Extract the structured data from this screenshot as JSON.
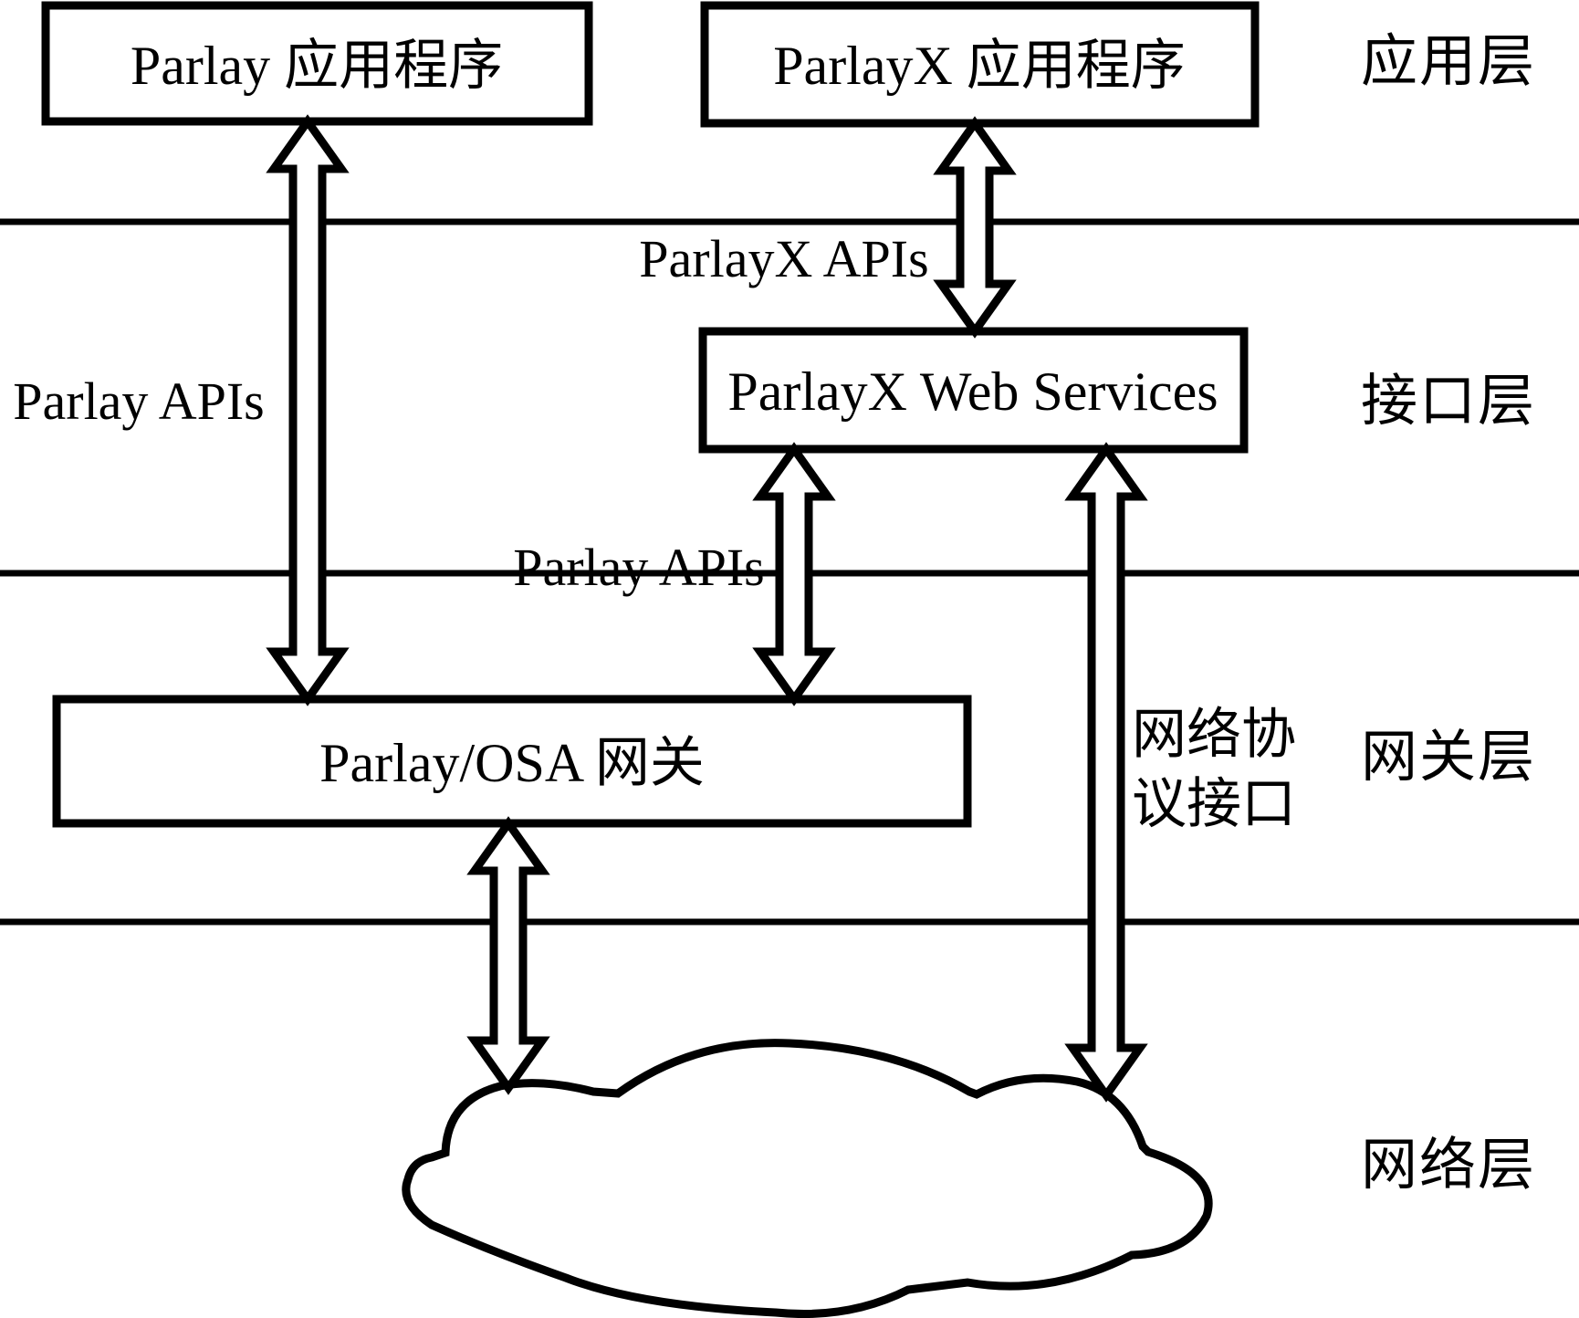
{
  "boxes": {
    "parlay_app": "Parlay 应用程序",
    "parlayx_app": "ParlayX 应用程序",
    "parlayx_web_services": "ParlayX Web Services",
    "parlay_osa_gateway": "Parlay/OSA 网关"
  },
  "connection_labels": {
    "parlay_apis_left": "Parlay APIs",
    "parlayx_apis": "ParlayX APIs",
    "parlay_apis_middle": "Parlay APIs",
    "network_protocol_interface": {
      "full": "网络协议接口",
      "line1": "网络协",
      "line2": "议接口"
    }
  },
  "layers": {
    "application": "应用层",
    "interface": "接口层",
    "gateway": "网关层",
    "network": "网络层"
  },
  "colors": {
    "stroke": "#000000",
    "background": "#ffffff"
  }
}
